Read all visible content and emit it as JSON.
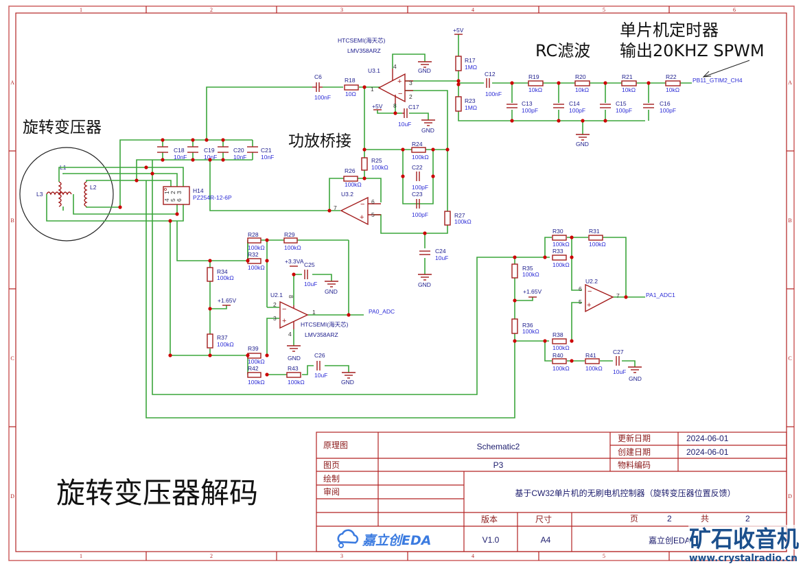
{
  "annotations": {
    "resolver_title": "旋转变压器",
    "amp_bridge": "功放桥接",
    "rc_filter": "RC滤波",
    "mcu_timer_line1": "单片机定时器",
    "mcu_timer_line2": "输出20KHZ SPWM",
    "page_heading": "旋转变压器解码"
  },
  "border": {
    "columns": [
      "1",
      "2",
      "3",
      "4",
      "5",
      "6"
    ],
    "rows": [
      "A",
      "B",
      "C",
      "D"
    ]
  },
  "components": {
    "U3_1": {
      "ref": "U3.1",
      "mfr": "HTCSEMI(海天芯)",
      "part": "LMV358ARZ",
      "pins": [
        "4",
        "3",
        "1",
        "2",
        "8"
      ]
    },
    "U3_2": {
      "ref": "U3.2",
      "pins": [
        "6",
        "7",
        "5"
      ]
    },
    "U2_1": {
      "ref": "U2.1",
      "mfr": "HTCSEMI(海天芯)",
      "part": "LMV358ARZ",
      "pins": [
        "8",
        "2",
        "3",
        "1",
        "4"
      ]
    },
    "U2_2": {
      "ref": "U2.2",
      "pins": [
        "6",
        "5",
        "7"
      ]
    },
    "H14": {
      "ref": "H14",
      "part": "PZ254R-12-6P",
      "pins": [
        "1",
        "2",
        "3",
        "4",
        "5",
        "6"
      ]
    },
    "C6": {
      "ref": "C6",
      "val": "100nF"
    },
    "R18": {
      "ref": "R18",
      "val": "10Ω"
    },
    "R17": {
      "ref": "R17",
      "val": "1MΩ"
    },
    "R23": {
      "ref": "R23",
      "val": "1MΩ"
    },
    "C17": {
      "ref": "C17",
      "val": "10uF"
    },
    "C12": {
      "ref": "C12",
      "val": "100nF"
    },
    "R19": {
      "ref": "R19",
      "val": "10kΩ"
    },
    "R20": {
      "ref": "R20",
      "val": "10kΩ"
    },
    "R21": {
      "ref": "R21",
      "val": "10kΩ"
    },
    "R22": {
      "ref": "R22",
      "val": "10kΩ"
    },
    "C13": {
      "ref": "C13",
      "val": "100pF"
    },
    "C14": {
      "ref": "C14",
      "val": "100pF"
    },
    "C15": {
      "ref": "C15",
      "val": "100pF"
    },
    "C16": {
      "ref": "C16",
      "val": "100pF"
    },
    "C18": {
      "ref": "C18",
      "val": "10nF"
    },
    "C19": {
      "ref": "C19",
      "val": "10nF"
    },
    "C20": {
      "ref": "C20",
      "val": "10nF"
    },
    "C21": {
      "ref": "C21",
      "val": "10nF"
    },
    "R24": {
      "ref": "R24",
      "val": "100kΩ"
    },
    "R25": {
      "ref": "R25",
      "val": "100kΩ"
    },
    "R26": {
      "ref": "R26",
      "val": "100kΩ"
    },
    "C22": {
      "ref": "C22",
      "val": "100pF"
    },
    "C23": {
      "ref": "C23",
      "val": "100pF"
    },
    "R27": {
      "ref": "R27",
      "val": "100kΩ"
    },
    "C24": {
      "ref": "C24",
      "val": "10uF"
    },
    "R28": {
      "ref": "R28",
      "val": "100kΩ"
    },
    "R29": {
      "ref": "R29",
      "val": "100kΩ"
    },
    "R32": {
      "ref": "R32",
      "val": "100kΩ"
    },
    "R34": {
      "ref": "R34",
      "val": "100kΩ"
    },
    "R37": {
      "ref": "R37",
      "val": "100kΩ"
    },
    "R39": {
      "ref": "R39",
      "val": "100kΩ"
    },
    "R42": {
      "ref": "R42",
      "val": "100kΩ"
    },
    "R43": {
      "ref": "R43",
      "val": "100kΩ"
    },
    "C25": {
      "ref": "C25",
      "val": "10uF"
    },
    "C26": {
      "ref": "C26",
      "val": "10uF"
    },
    "R30": {
      "ref": "R30",
      "val": "100kΩ"
    },
    "R31": {
      "ref": "R31",
      "val": "100kΩ"
    },
    "R33": {
      "ref": "R33",
      "val": "100kΩ"
    },
    "R35": {
      "ref": "R35",
      "val": "100kΩ"
    },
    "R36": {
      "ref": "R36",
      "val": "100kΩ"
    },
    "R38": {
      "ref": "R38",
      "val": "100kΩ"
    },
    "R40": {
      "ref": "R40",
      "val": "100kΩ"
    },
    "R41": {
      "ref": "R41",
      "val": "100kΩ"
    },
    "C27": {
      "ref": "C27",
      "val": "10uF"
    },
    "L1": {
      "ref": "L1"
    },
    "L2": {
      "ref": "L2"
    },
    "L3": {
      "ref": "L3"
    }
  },
  "nets": {
    "gnd": "GND",
    "v5": "+5V",
    "v33a": "+3.3VA",
    "v165": "+1.65V",
    "pwm_in": "PB11_GTIM2_CH4",
    "adc0": "PA0_ADC",
    "adc1": "PA1_ADC1"
  },
  "title_block": {
    "schematic_label": "原理图",
    "schematic_name": "Schematic2",
    "updated_label": "更新日期",
    "updated_date": "2024-06-01",
    "created_label": "创建日期",
    "created_date": "2024-06-01",
    "page_label": "图页",
    "page_value": "P3",
    "material_label": "物料编码",
    "material_value": "",
    "drawn_label": "绘制",
    "review_label": "审阅",
    "project_title": "基于CW32单片机的无刷电机控制器（旋转变压器位置反馈）",
    "version_label": "版本",
    "size_label": "尺寸",
    "sheet_label": "页",
    "sheet_value": "2",
    "total_label": "共",
    "total_value": "2",
    "version_value": "V1.0",
    "size_value": "A4",
    "company": "嘉立创EDA",
    "logo_text": "嘉立创EDA"
  },
  "watermark": {
    "title": "矿石收音机",
    "url": "www.crystalradio.cn"
  },
  "colors": {
    "wire": "#3aa53a",
    "component": "#a31b1b",
    "junction": "#cc0000",
    "label": "#2b2bd6",
    "frame": "#b22222",
    "watermark": "#1b4f8c",
    "logo": "#3b7be0"
  }
}
